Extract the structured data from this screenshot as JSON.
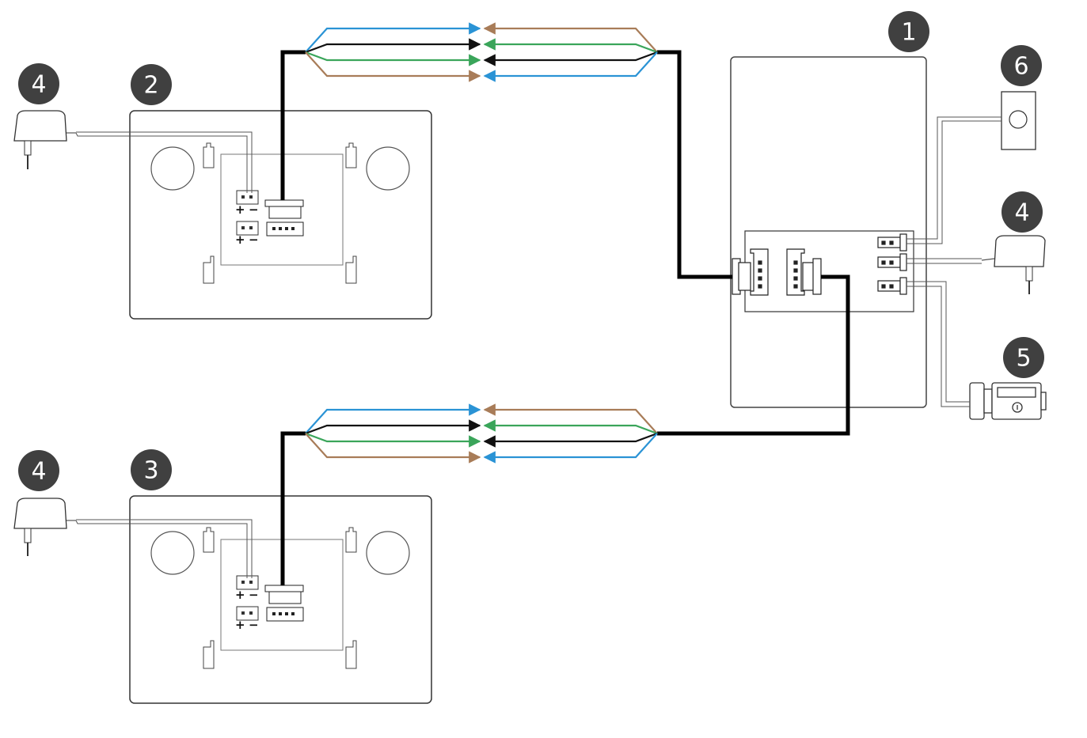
{
  "badges": {
    "monitor_main": "1",
    "monitor_2": "2",
    "monitor_3": "3",
    "power_adapter": "4",
    "electric_lock": "5",
    "door_station": "6"
  },
  "terminals": {
    "plus": "+",
    "minus": "−"
  },
  "wire_colors": {
    "blue": "#2a93d5",
    "black": "#111111",
    "green": "#3aa55a",
    "brown": "#a87c58",
    "gray": "#888888"
  }
}
